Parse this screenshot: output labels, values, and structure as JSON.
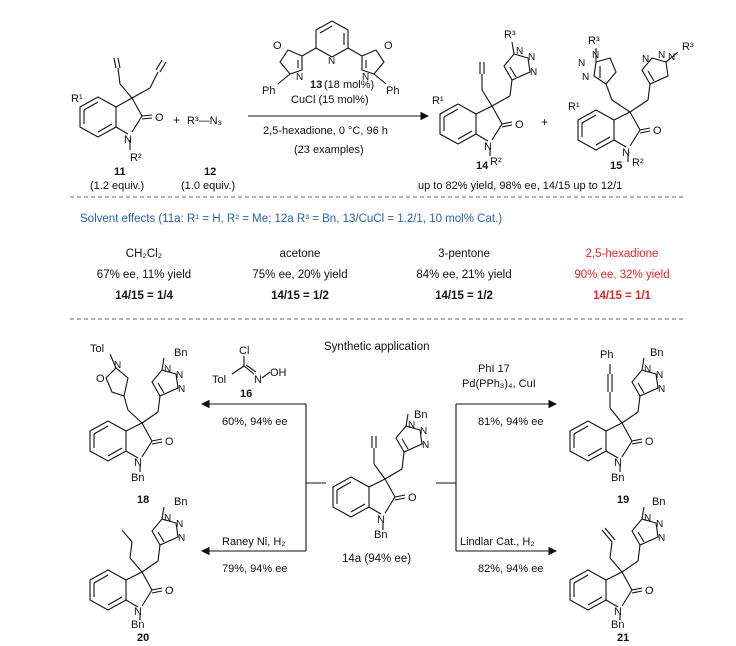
{
  "top": {
    "ligand_label": "13",
    "ligand_amount": "(18 mol%)",
    "cat": "CuCl (15 mol%)",
    "conditions": "2,5-hexadione,  0 °C, 96 h",
    "examples": "(23 examples)",
    "plus": "+",
    "plus2": "+",
    "reagent_azide": "R³—N₃",
    "cmpd11": "11",
    "cmpd11_equiv": "(1.2 equiv.)",
    "cmpd12": "12",
    "cmpd12_equiv": "(1.0 equiv.)",
    "cmpd14": "14",
    "cmpd15": "15",
    "result_summary": "up to 82% yield, 98% ee, 14/15 up to 12/1",
    "ph": "Ph"
  },
  "solvent": {
    "header": "Solvent effects (11a: R¹ = H, R² = Me; 12a R³ = Bn, 13/CuCl = 1.2/1, 10 mol% Cat.)",
    "columns": [
      {
        "name": "CH₂Cl₂",
        "ee_yield": "67% ee, 11% yield",
        "ratio": "14/15 = 1/4",
        "highlight": false
      },
      {
        "name": "acetone",
        "ee_yield": "75% ee, 20% yield",
        "ratio": "14/15 = 1/2",
        "highlight": false
      },
      {
        "name": "3-pentone",
        "ee_yield": "84% ee, 21% yield",
        "ratio": "14/15 = 1/2",
        "highlight": false
      },
      {
        "name": "2,5-hexadione",
        "ee_yield": "90% ee, 32% yield",
        "ratio": "14/15 = 1/1",
        "highlight": true
      }
    ],
    "highlight_color": "#e0262a",
    "header_color": "#2a5fb0"
  },
  "application": {
    "title": "Synthetic application",
    "center_label": "14a (94% ee)",
    "upper_left": {
      "reagent": "16",
      "result": "60%, 94% ee",
      "product": "18"
    },
    "lower_left": {
      "reagent": "Raney Ni, H₂",
      "result": "79%, 94% ee",
      "product": "20"
    },
    "upper_right": {
      "reagent1": "PhI 17",
      "reagent2": "Pd(PPh₃)₄, CuI",
      "result": "81%, 94% ee",
      "product": "19"
    },
    "lower_right": {
      "reagent": "Lindlar Cat., H₂",
      "result": "82%, 94% ee",
      "product": "21"
    }
  },
  "atoms": {
    "N": "N",
    "O": "O",
    "Bn": "Bn",
    "Ph": "Ph",
    "Tol": "Tol",
    "Cl": "Cl",
    "OH": "OH",
    "R1": "R¹",
    "R2": "R²",
    "R3": "R³"
  }
}
